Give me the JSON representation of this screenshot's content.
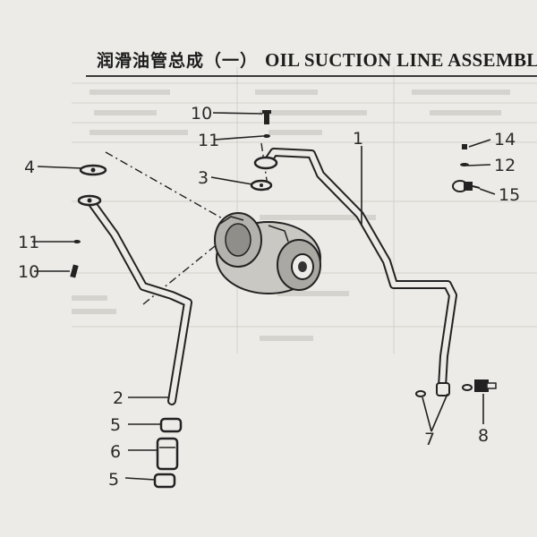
{
  "title": {
    "chinese": "润滑油管总成（一）",
    "english": "OIL SUCTION LINE ASSEMBLY"
  },
  "callouts": [
    "1",
    "2",
    "3",
    "4",
    "5",
    "6",
    "5",
    "7",
    "8",
    "10",
    "11",
    "11",
    "10",
    "12",
    "14",
    "15"
  ],
  "parts": [
    "oil-pipe-1",
    "oil-pipe-2",
    "flange-gasket-3",
    "flange-gasket-4",
    "hose-clamp-5",
    "rubber-hose-6",
    "washer-7",
    "banjo-bolt-8",
    "bolt-10",
    "washer-11",
    "washer-12",
    "nut-14",
    "fitting-15",
    "turbocharger"
  ]
}
